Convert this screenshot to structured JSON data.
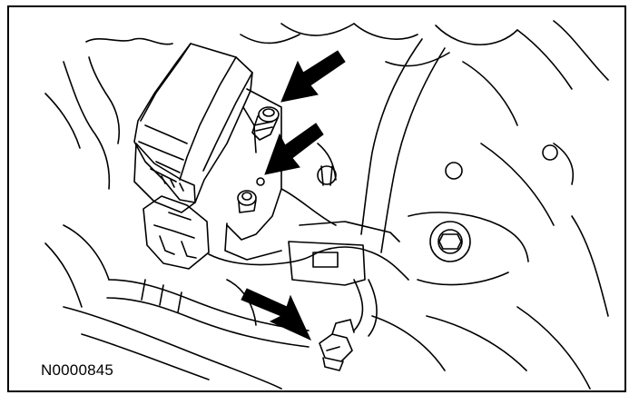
{
  "figure": {
    "id_label": "N0000845"
  },
  "callouts": [
    {
      "name": "arrow-upper-bolt",
      "icon": "callout-arrow-icon"
    },
    {
      "name": "arrow-middle-bolt",
      "icon": "callout-arrow-icon"
    },
    {
      "name": "arrow-lower-nut",
      "icon": "callout-arrow-icon"
    }
  ],
  "colors": {
    "line": "#000000",
    "background": "#ffffff"
  }
}
